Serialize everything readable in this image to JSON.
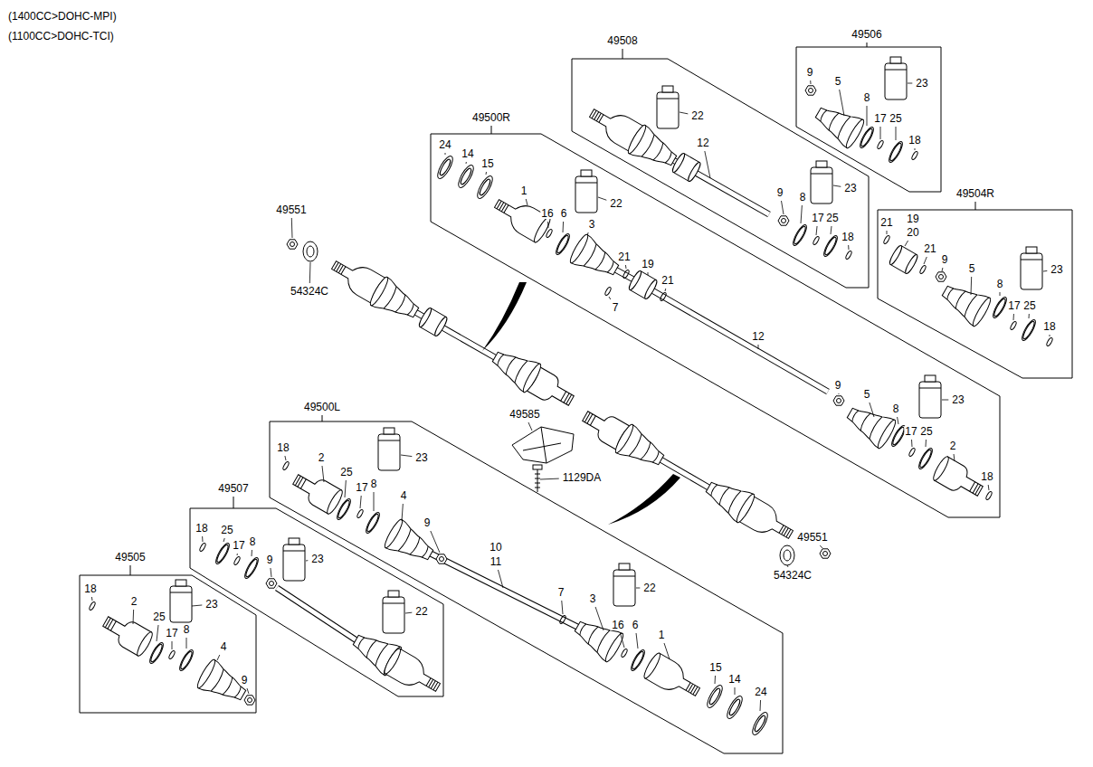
{
  "diagram": {
    "nodes": [
      {
        "text": [
          "49508"
        ]
      },
      {
        "text": [
          "49506"
        ]
      },
      {
        "text": [
          "49500R"
        ]
      },
      {
        "text": [
          "49504R"
        ]
      },
      {
        "text": [
          "49500L"
        ]
      },
      {
        "text": [
          "49507"
        ]
      },
      {
        "text": [
          "49505"
        ]
      }
    ],
    "labels": [
      "(1400CC>DOHC-MPI)",
      "(1100CC>DOHC-TCI)",
      "9",
      "5",
      "23",
      "8",
      "17",
      "25",
      "18",
      "22",
      "12",
      "9",
      "8",
      "23",
      "17",
      "25",
      "18",
      "24",
      "14",
      "15",
      "1",
      "22",
      "16",
      "6",
      "3",
      "21",
      "19",
      "21",
      "7",
      "12",
      "9",
      "5",
      "23",
      "8",
      "17",
      "25",
      "2",
      "18",
      "21",
      "19",
      "20",
      "21",
      "9",
      "5",
      "23",
      "8",
      "17",
      "25",
      "18",
      "49551",
      "54324C",
      "49585",
      "1129DA",
      "49551",
      "54324C",
      "18",
      "2",
      "23",
      "25",
      "17",
      "8",
      "4",
      "9",
      "10",
      "11",
      "22",
      "7",
      "3",
      "16",
      "6",
      "1",
      "15",
      "14",
      "24",
      "18",
      "25",
      "17",
      "8",
      "23",
      "9",
      "22",
      "18",
      "2",
      "23",
      "25",
      "17",
      "8",
      "4",
      "9"
    ]
  }
}
